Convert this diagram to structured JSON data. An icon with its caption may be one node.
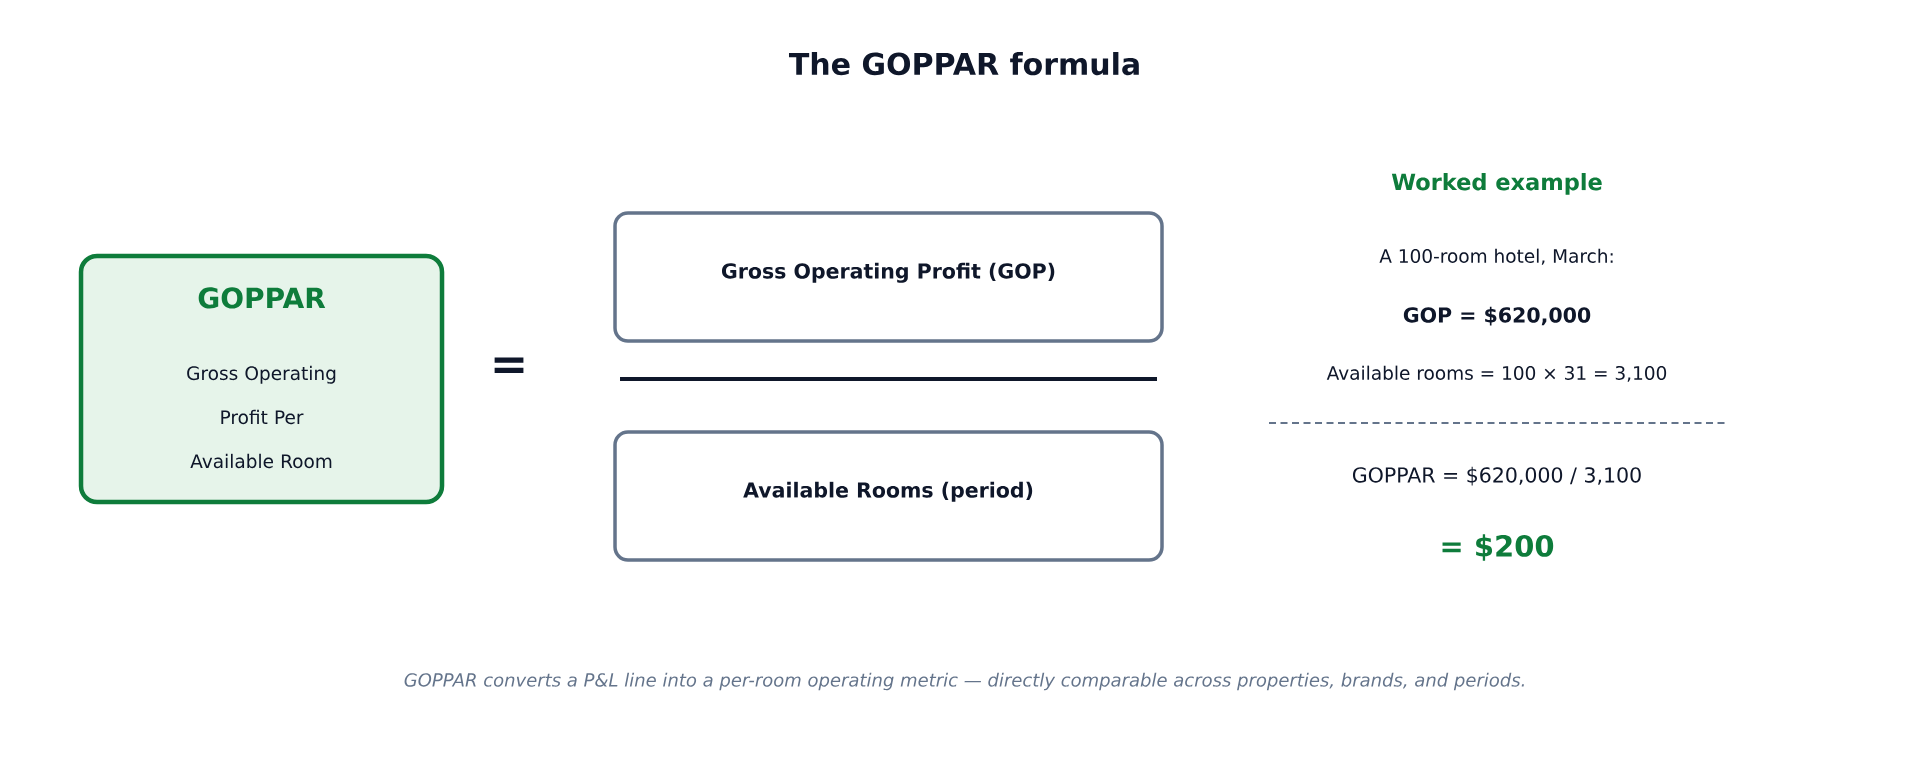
{
  "diagram": {
    "title": "The GOPPAR formula",
    "nodes": [
      {
        "text": [
          "GOPPAR",
          "Gross Operating Profit Per Available Room"
        ]
      },
      {
        "text": [
          "Gross Operating Profit (GOP)"
        ]
      },
      {
        "text": [
          "Available Rooms (period)"
        ]
      }
    ],
    "labels": [
      "=",
      "Worked example",
      "A 100-room hotel, March:",
      "GOP = $620,000",
      "Available rooms = 100 × 31 = 3,100",
      "GOPPAR = $620,000 / 3,100",
      "= $200"
    ],
    "caption": "GOPPAR converts a P&L line into a per-room operating metric — directly comparable across properties, brands, and periods."
  }
}
